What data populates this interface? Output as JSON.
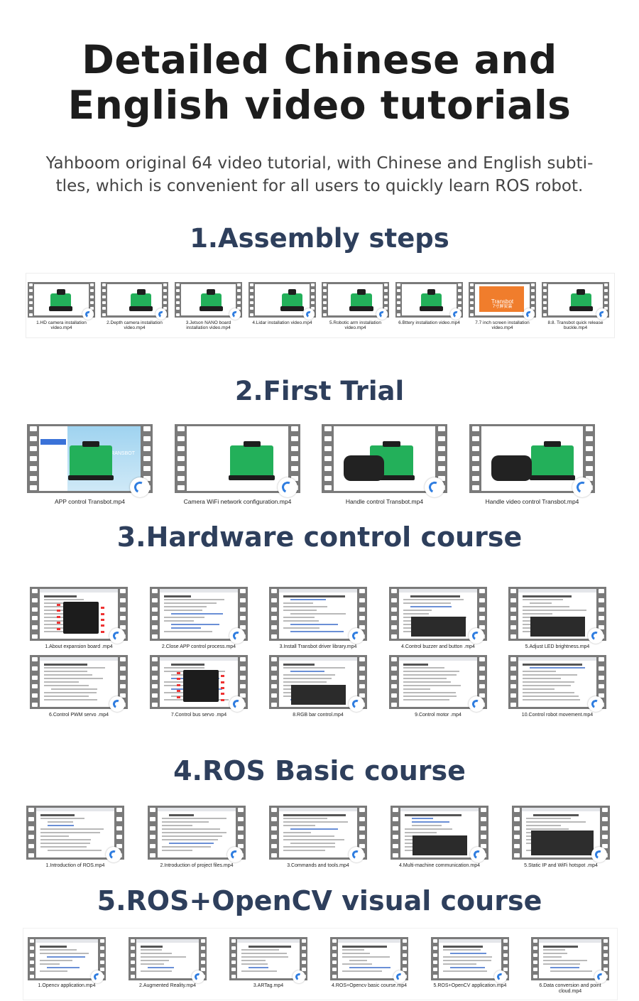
{
  "header": {
    "title_line1": "Detailed Chinese and",
    "title_line2": "English video tutorials",
    "subtitle_line1": "Yahboom original 64 video tutorial, with Chinese and English subti-",
    "subtitle_line2": "tles, which is convenient for all users to quickly learn ROS robot."
  },
  "sections": [
    {
      "title": "1.Assembly steps",
      "videos": [
        {
          "line1": "1.HD camera installation",
          "line2": "video.mp4"
        },
        {
          "line1": "2.Depth camera installation",
          "line2": "video.mp4"
        },
        {
          "line1": "3.Jetson NANO board",
          "line2": "installation video.mp4"
        },
        {
          "line1": "4.Lidar installation video.mp4",
          "line2": ""
        },
        {
          "line1": "5.Robotic arm installation",
          "line2": "video.mp4"
        },
        {
          "line1": "6.Bttery installation video.mp4",
          "line2": ""
        },
        {
          "line1": "7.7 inch screen installation",
          "line2": "video.mp4"
        },
        {
          "line1": "8.8. Transbot quick release",
          "line2": "buckle.mp4"
        }
      ],
      "thumb7_text1": "Transbot",
      "thumb7_text2": "7寸屏安装"
    },
    {
      "title": "2.First Trial",
      "videos": [
        {
          "line1": "APP control Transbot.mp4"
        },
        {
          "line1": "Camera WiFi network configuration.mp4"
        },
        {
          "line1": "Handle control Transbot.mp4"
        },
        {
          "line1": "Handle video control Transbot.mp4"
        }
      ],
      "thumb1_text": "TRANSBOT"
    },
    {
      "title": "3.Hardware control course",
      "videos": [
        {
          "line1": "1.About expansion board .mp4"
        },
        {
          "line1": "2.Close APP control process.mp4"
        },
        {
          "line1": "3.Install Transbot driver library.mp4"
        },
        {
          "line1": "4.Control buzzer and button .mp4"
        },
        {
          "line1": "5.Adjust LED brightness.mp4"
        },
        {
          "line1": "6.Control PWM servo .mp4"
        },
        {
          "line1": "7.Control bus servo .mp4"
        },
        {
          "line1": "8.RGB bar control.mp4"
        },
        {
          "line1": "9.Control motor .mp4"
        },
        {
          "line1": "10.Control robot movement.mp4"
        }
      ]
    },
    {
      "title": "4.ROS Basic course",
      "videos": [
        {
          "line1": "1.Introduction of ROS.mp4"
        },
        {
          "line1": "2.Introduction of project files.mp4"
        },
        {
          "line1": "3.Commands and tools.mp4"
        },
        {
          "line1": "4.Multi-machine communication.mp4"
        },
        {
          "line1": "5.Static IP and WiFi hotspot .mp4"
        }
      ]
    },
    {
      "title": "5.ROS+OpenCV visual course",
      "videos": [
        {
          "line1": "1.Opencv application.mp4",
          "line2": ""
        },
        {
          "line1": "2.Augmented Reality.mp4",
          "line2": ""
        },
        {
          "line1": "3.ARTag.mp4",
          "line2": ""
        },
        {
          "line1": "4.ROS+Opencv basic course.mp4",
          "line2": ""
        },
        {
          "line1": "5.ROS+OpenCV application.mp4",
          "line2": ""
        },
        {
          "line1": "6.Data conversion and point",
          "line2": "cloud.mp4"
        }
      ]
    }
  ],
  "colors": {
    "title": "#1d1d1d",
    "section_title": "#2e3f5c",
    "film": "#7a7a7a",
    "play_icon": "#2f7de0",
    "robot_green": "#23b05a",
    "accent_orange": "#f07d2c"
  }
}
